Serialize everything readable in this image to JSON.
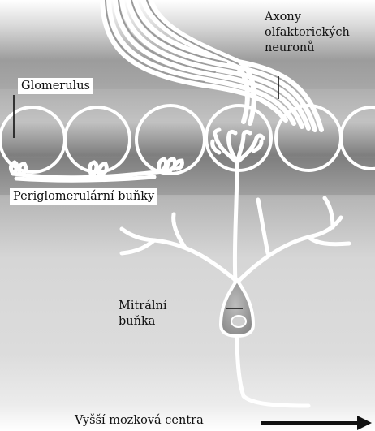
{
  "labels": {
    "axons_line1": "Axony",
    "axons_line2": "olfaktorických",
    "axons_line3": "neuronů",
    "glomerulus": "Glomerulus",
    "periglomerular": "Periglomerulární buňky",
    "mitral_line1": "Mitrální",
    "mitral_line2": "buňka",
    "higher_centers": "Vyšší mozková centra"
  },
  "colors": {
    "background_dark": "#8e8e8e",
    "background_light": "#d2d2d2",
    "outline": "#ffffff",
    "neuron_fill": "#a8a8a8",
    "arrow": "#111111"
  }
}
